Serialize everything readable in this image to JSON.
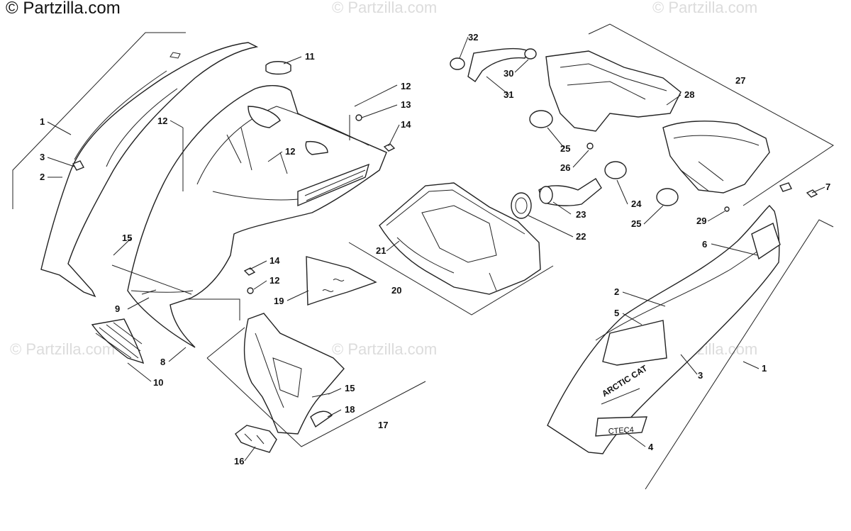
{
  "watermarks": {
    "brand_text": "© Partzilla.com",
    "repeat_text": "© Partzilla.com"
  },
  "decal_text": {
    "brand": "ARCTIC CAT",
    "model": "CTEC4"
  },
  "callouts": [
    "1",
    "2",
    "3",
    "4",
    "5",
    "6",
    "7",
    "8",
    "9",
    "10",
    "11",
    "12",
    "13",
    "14",
    "15",
    "16",
    "17",
    "18",
    "19",
    "20",
    "21",
    "22",
    "23",
    "24",
    "25",
    "26",
    "27",
    "28",
    "29",
    "30",
    "31",
    "32"
  ]
}
